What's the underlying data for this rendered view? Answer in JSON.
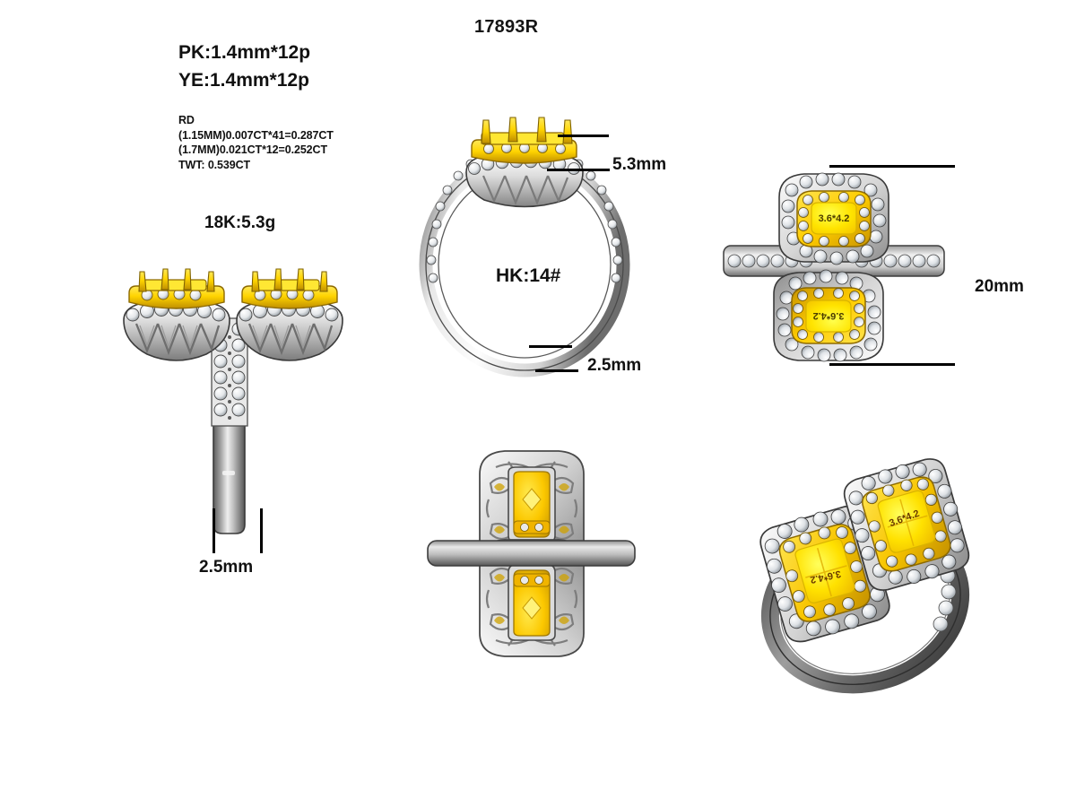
{
  "drawing": {
    "title": "17893R",
    "background": "#ffffff"
  },
  "annotations": {
    "stone_pk": "PK:1.4mm*12p",
    "stone_ye": "YE:1.4mm*12p",
    "diamond_header": "RD",
    "diamond_line1": "(1.15MM)0.007CT*41=0.287CT",
    "diamond_line2": "(1.7MM)0.021CT*12=0.252CT",
    "diamond_twt": "TWT:  0.539CT",
    "metal_weight": "18K:5.3g",
    "ring_size": "HK:14#"
  },
  "dimensions": {
    "front_band_width": "2.5mm",
    "profile_head_height": "5.3mm",
    "profile_band_width": "2.5mm",
    "top_overall_length": "20mm"
  },
  "stones": {
    "center_label_upper": "3.6*4.2",
    "center_label_lower": "3.6*4.2",
    "perspective_label_upper": "3.6*4.2",
    "perspective_label_lower": "3.6*4.2"
  },
  "views": {
    "front_elevation": "front-elevation-view",
    "side_profile": "side-profile-view",
    "top_plan": "top-plan-view",
    "bottom_gallery": "bottom-gallery-view",
    "perspective": "perspective-render-view"
  },
  "colors": {
    "gold": "#FFD400",
    "gold_dark": "#C79A04",
    "gold_deep": "#8c6b00",
    "silver_light": "#f2f2f2",
    "silver_mid": "#b9b9b9",
    "silver_dark": "#6e6e6e",
    "silver_shadow": "#3d3d3d",
    "outline": "#2b2b2b",
    "ink": "#111111"
  }
}
